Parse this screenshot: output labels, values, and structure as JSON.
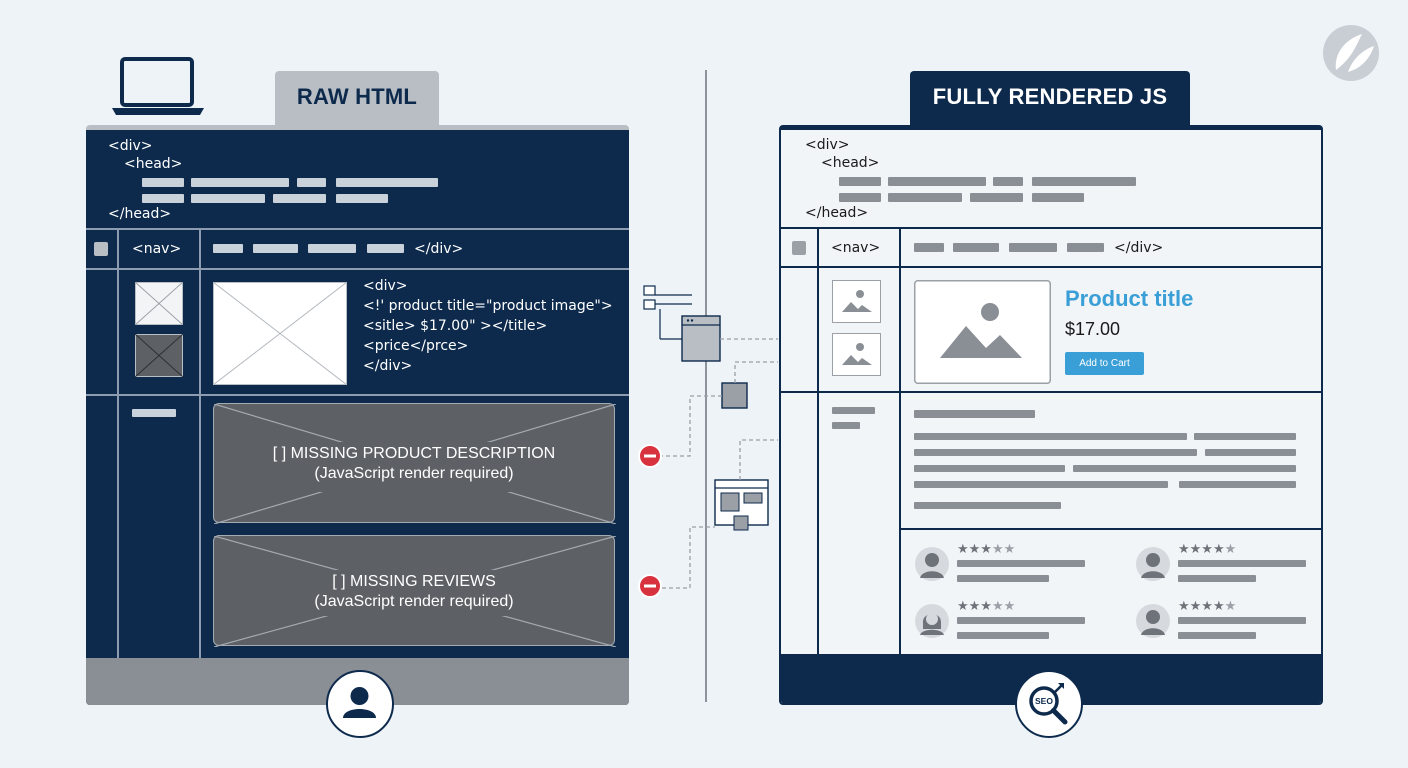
{
  "raw_panel": {
    "tab_label": "RAW HTML",
    "code_div_open": "<div>",
    "code_head_open": "<head>",
    "code_head_close": "</head>",
    "nav_label": "<nav>",
    "nav_close": "</div>",
    "product_code": [
      "<div>",
      "<!' product title=\"product image\">",
      "<sitle> $17.00\" ></title>",
      "<price</prce>",
      "</div>"
    ],
    "missing_description": {
      "line1": "[ ] MISSING PRODUCT DESCRIPTION",
      "line2": "(JavaScript render required)"
    },
    "missing_reviews": {
      "line1": "[ ] MISSING REVIEWS",
      "line2": "(JavaScript render required)"
    }
  },
  "rendered_panel": {
    "tab_label": "FULLY RENDERED JS",
    "code_div_open": "<div>",
    "code_head_open": "<head>",
    "code_head_close": "</head>",
    "nav_label": "<nav>",
    "nav_close": "</div>",
    "product_title": "Product title",
    "product_price": "$17.00",
    "add_to_cart": "Add to Cart",
    "reviews": [
      {
        "stars": 3
      },
      {
        "stars": 4
      },
      {
        "stars": 3
      },
      {
        "stars": 4
      }
    ]
  },
  "icons": {
    "laptop": "laptop-icon",
    "user": "user-icon",
    "seo": "seo-magnifier-icon",
    "seo_text": "SEO",
    "logo": "brand-logo",
    "error": "error-minus-icon"
  },
  "colors": {
    "navy": "#0d2a4d",
    "accent_blue": "#3a9fd6",
    "error_red": "#d9323f",
    "missing_grey": "#5d6166"
  }
}
